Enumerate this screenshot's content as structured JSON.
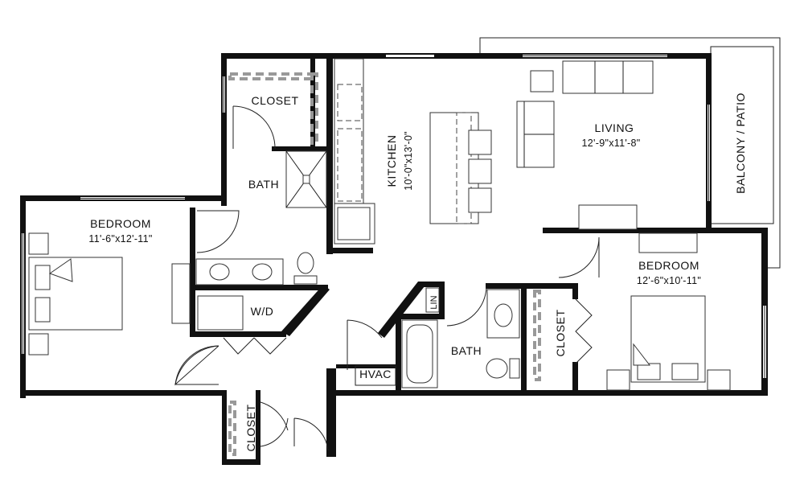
{
  "rooms": {
    "bedroom_left": {
      "name": "BEDROOM",
      "dims": "11'-6\"x12'-11\""
    },
    "closet_top": {
      "name": "CLOSET"
    },
    "bath_top": {
      "name": "BATH"
    },
    "kitchen": {
      "name": "KITCHEN",
      "dims": "10'-0\"x13'-0\""
    },
    "living": {
      "name": "LIVING",
      "dims": "12'-9\"x11'-8\""
    },
    "balcony": {
      "name": "BALCONY / PATIO"
    },
    "bedroom_right": {
      "name": "BEDROOM",
      "dims": "12'-6\"x10'-11\""
    },
    "bath_bottom": {
      "name": "BATH"
    },
    "closet_right": {
      "name": "CLOSET"
    },
    "closet_bottom": {
      "name": "CLOSET"
    },
    "linen": {
      "name": "LIN"
    },
    "hvac": {
      "name": "HVAC"
    },
    "laundry": {
      "name": "W/D"
    }
  }
}
